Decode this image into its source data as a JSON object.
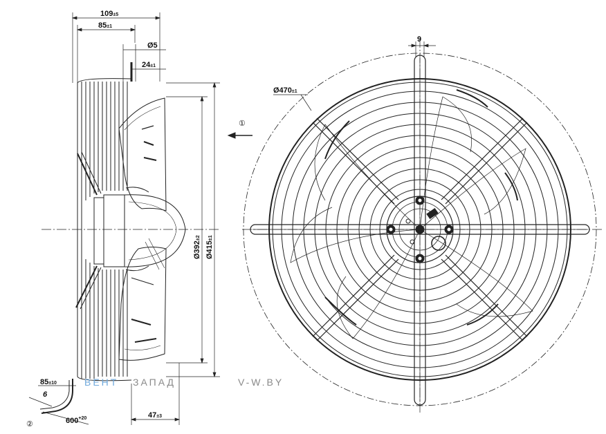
{
  "dimensions": {
    "width_total": "109",
    "width_total_tol": "±5",
    "width_body": "85",
    "width_body_tol": "±1",
    "hole": "Ø5",
    "mount_depth": "24",
    "mount_depth_tol": "±1",
    "dia_392": "Ø392",
    "dia_392_tol": "±2",
    "dia_415": "Ø415",
    "dia_415_tol": "±1",
    "depth_47": "47",
    "depth_47_tol": "±3",
    "cable_85": "85",
    "cable_85_tol": "±10",
    "cable_6": "6",
    "cable_600": "600",
    "cable_600_tol": "+20",
    "dia_470": "Ø470",
    "dia_470_tol": "±1",
    "spoke_9": "9"
  },
  "markers": {
    "airflow": "①",
    "cable": "②"
  },
  "watermark": {
    "part1": "ВЕНТ",
    "part2": "ЗАПАД",
    "site": "V-W.BY",
    "color_blue": "#6fa8dc",
    "color_gray": "#8a8a8a"
  }
}
